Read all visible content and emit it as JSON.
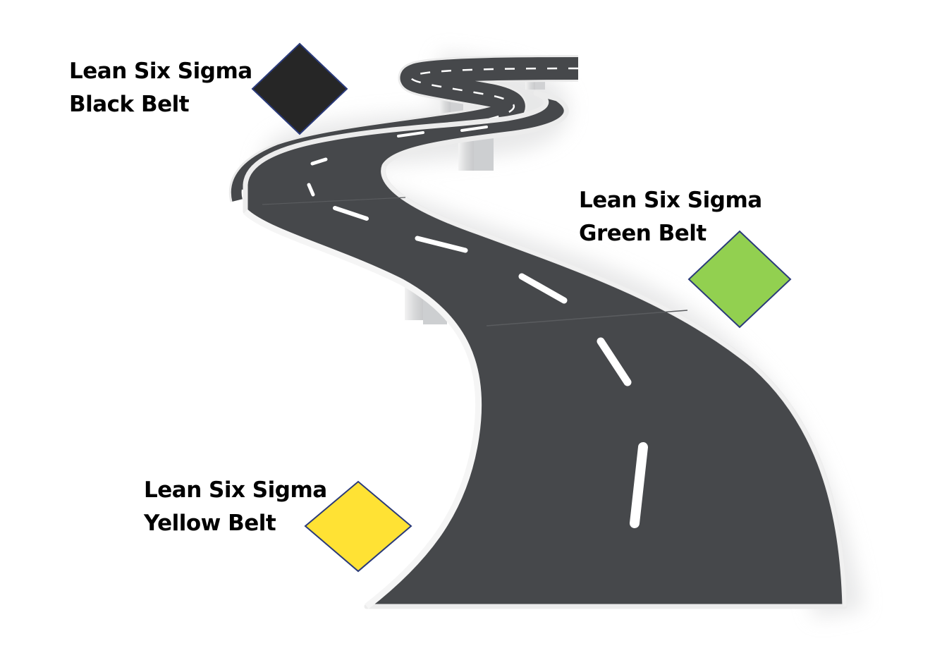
{
  "milestones": {
    "black": {
      "line1": "Lean Six Sigma",
      "line2": "Black Belt",
      "color": "#262626"
    },
    "green": {
      "line1": "Lean Six Sigma",
      "line2": "Green Belt",
      "color": "#92D050"
    },
    "yellow": {
      "line1": "Lean Six Sigma",
      "line2": "Yellow Belt",
      "color": "#FFE234"
    }
  },
  "colors": {
    "road": "#46484b",
    "road_edge": "#ebebeb",
    "lane_marking": "#ffffff",
    "pillar": "#cfd1d3",
    "diamond_outline": "#2a3a7a"
  }
}
